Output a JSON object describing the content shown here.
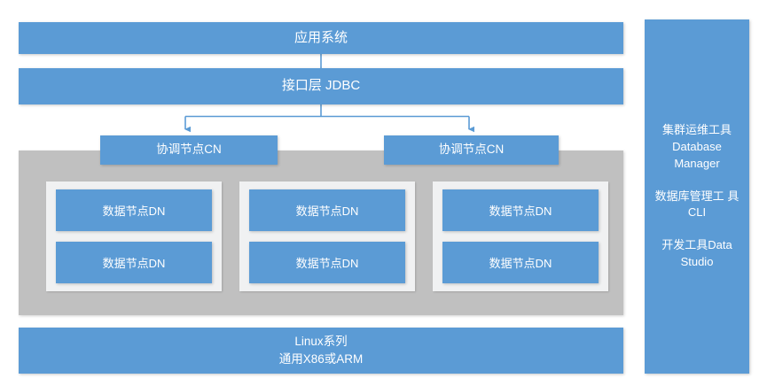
{
  "diagram": {
    "title": "Distributed Database Cluster Architecture",
    "accent_color": "#5b9bd5",
    "container_color": "#c0c0c0",
    "group_color": "#f0f1f2",
    "layers": {
      "application": {
        "label": "应用系统"
      },
      "interface": {
        "label": "接口层 JDBC"
      },
      "coordinator_nodes": [
        {
          "label": "协调节点CN"
        },
        {
          "label": "协调节点CN"
        }
      ],
      "data_node_groups": [
        {
          "nodes": [
            {
              "label": "数据节点DN"
            },
            {
              "label": "数据节点DN"
            }
          ]
        },
        {
          "nodes": [
            {
              "label": "数据节点DN"
            },
            {
              "label": "数据节点DN"
            }
          ]
        },
        {
          "nodes": [
            {
              "label": "数据节点DN"
            },
            {
              "label": "数据节点DN"
            }
          ]
        }
      ],
      "operating_system": {
        "line1": "Linux系列",
        "line2": "通用X86或ARM"
      }
    },
    "tools_sidebar": {
      "entries": [
        {
          "line1": "集群运维工具",
          "line2": "Database",
          "line3": "Manager"
        },
        {
          "line1": "数据库管理工",
          "line2": "具CLI",
          "line3": ""
        },
        {
          "line1": "开发工具Data",
          "line2": "Studio",
          "line3": ""
        }
      ]
    }
  }
}
